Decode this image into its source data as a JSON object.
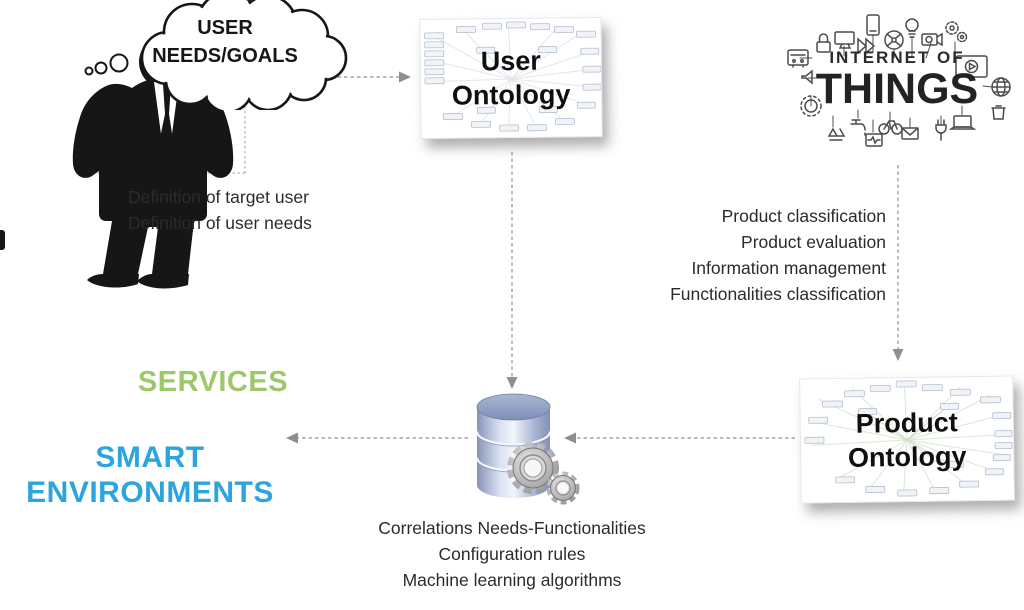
{
  "cloud": {
    "line1": "USER",
    "line2": "NEEDS/GOALS"
  },
  "user_ontology_box": {
    "line1": "User",
    "line2": "Ontology"
  },
  "product_ontology_box": {
    "line1": "Product",
    "line2": "Ontology"
  },
  "iot": {
    "line1": "INTERNET OF",
    "line2": "THINGS"
  },
  "left_annotation": {
    "lines": [
      "Definition of target user",
      "Definition of user needs"
    ]
  },
  "right_annotation": {
    "lines": [
      "Product classification",
      "Product evaluation",
      "Information management",
      "Functionalities classification"
    ]
  },
  "bottom_annotation": {
    "lines": [
      "Correlations Needs-Functionalities",
      "Configuration rules",
      "Machine learning algorithms"
    ]
  },
  "outputs": {
    "services": "SERVICES",
    "smart_line1": "SMART",
    "smart_line2": "ENVIRONMENTS"
  },
  "colors": {
    "services_green": "#9dc868",
    "smart_blue": "#2ca4dd",
    "connector_gray": "#a3a3a3",
    "database_blue": "#8e9dbf",
    "silhouette_black": "#161616"
  }
}
